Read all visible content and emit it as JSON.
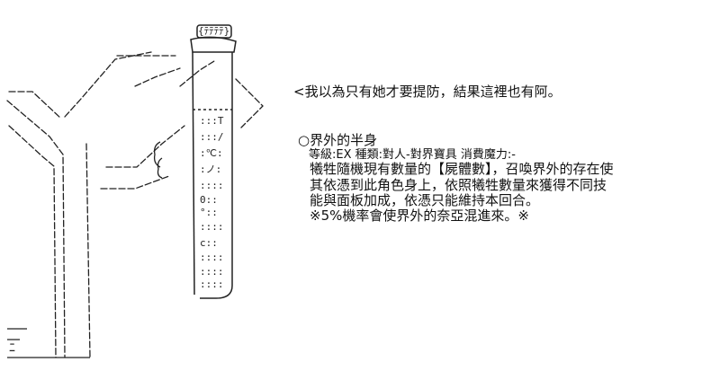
{
  "dialogue": "<我以為只有她才要提防，結果這裡也有阿。",
  "card": {
    "title": "○界外的半身",
    "stats": "等級:EX 種類:對人-對界寶具 消費魔力:-",
    "description": [
      "犧牲隨機現有數量的【屍體數】，召喚界外的存在使",
      "其依憑到此角色身上，依照犧牲數量來獲得不同技",
      "能與面板加成，依憑只能維持本回合。"
    ],
    "note": "※5%機率會使界外的奈亞混進來。※"
  },
  "ascii_art": {
    "tube_cap": "{ﾃﾃﾃﾃ}",
    "tube_rows": [
      ":::T",
      ":::/",
      ":℃:",
      ":ノ:",
      "::::",
      "0::",
      "°::",
      "::::",
      "c::",
      "::::",
      "::::",
      "::::"
    ],
    "bottom_left": "ﾆ"
  }
}
